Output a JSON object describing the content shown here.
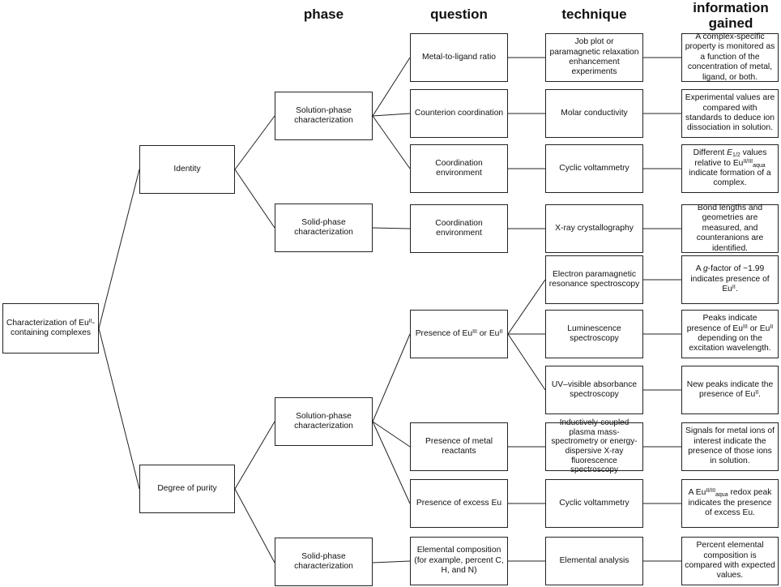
{
  "headers": {
    "phase": "phase",
    "question": "question",
    "technique": "technique",
    "information": "information\ngained"
  },
  "nodes": {
    "root": "Characterization of Eu<sup>II</sup>-containing complexes",
    "identity": "Identity",
    "purity": "Degree of purity",
    "id_solution": "Solution-phase characterization",
    "id_solid": "Solid-phase characterization",
    "pu_solution": "Solution-phase characterization",
    "pu_solid": "Solid-phase characterization",
    "q_ratio": "Metal-to-ligand ratio",
    "q_counterion": "Counterion coordination",
    "q_coord_env_1": "Coordination environment",
    "q_coord_env_2": "Coordination environment",
    "q_eu_presence": "Presence of Eu<sup>III</sup> or Eu<sup>II</sup>",
    "q_metal_reactants": "Presence of metal reactants",
    "q_excess_eu": "Presence of excess Eu",
    "q_elemental": "Elemental composition (for example, percent C, H, and N)",
    "t_job_plot": "Job plot or paramagnetic relaxation enhancement experiments",
    "t_molar": "Molar conductivity",
    "t_cv_1": "Cyclic voltammetry",
    "t_xray": "X-ray crystallography",
    "t_epr": "Electron paramagnetic resonance spectroscopy",
    "t_lum": "Luminescence spectroscopy",
    "t_uv": "UV–visible absorbance spectroscopy",
    "t_icp": "Inductively-coupled plasma mass-spectrometry or energy-dispersive X-ray fluorescence spectroscopy",
    "t_cv_2": "Cyclic voltammetry",
    "t_elemental": "Elemental analysis",
    "i_job_plot": "A complex-specific property is monitored as a function of the concentration of metal, ligand, or both.",
    "i_molar": "Experimental values are compared with standards to deduce ion dissociation in solution.",
    "i_cv_1": "Different <i>E</i><sub>1/2</sub> values relative to Eu<sup>II/III</sup><sub>aqua</sub> indicate formation of a complex.",
    "i_xray": "Bond lengths and geometries are measured, and counteranions are identified.",
    "i_epr": "A <i>g</i>-factor of ~1.99 indicates presence of Eu<sup>II</sup>.",
    "i_lum": "Peaks indicate presence of Eu<sup>III</sup> or Eu<sup>II</sup> depending on the excitation wavelength.",
    "i_uv": "New peaks indicate the presence of Eu<sup>II</sup>.",
    "i_icp": "Signals for metal ions of interest indicate the presence of those ions in solution.",
    "i_cv_2": "A Eu<sup>II/III</sup><sub>aqua</sub> redox peak indicates the presence of excess Eu.",
    "i_elemental": "Percent elemental composition is compared with expected values."
  }
}
